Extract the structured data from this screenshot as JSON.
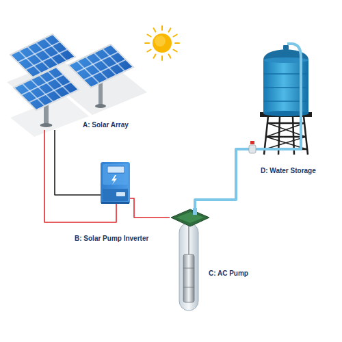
{
  "diagram": {
    "nodes": [
      {
        "text": [
          "A: Solar Array"
        ]
      },
      {
        "text": [
          "B: Solar Pump Inverter"
        ]
      },
      {
        "text": [
          "C: AC Pump"
        ]
      },
      {
        "text": [
          "D: Water Storage"
        ]
      }
    ],
    "edges": [
      {
        "from": 0,
        "to": 1,
        "arrow": "none"
      },
      {
        "from": 0,
        "to": 1,
        "arrow": "none"
      },
      {
        "from": 1,
        "to": 2,
        "arrow": "none"
      },
      {
        "from": 2,
        "to": 3,
        "arrow": "none"
      }
    ]
  }
}
